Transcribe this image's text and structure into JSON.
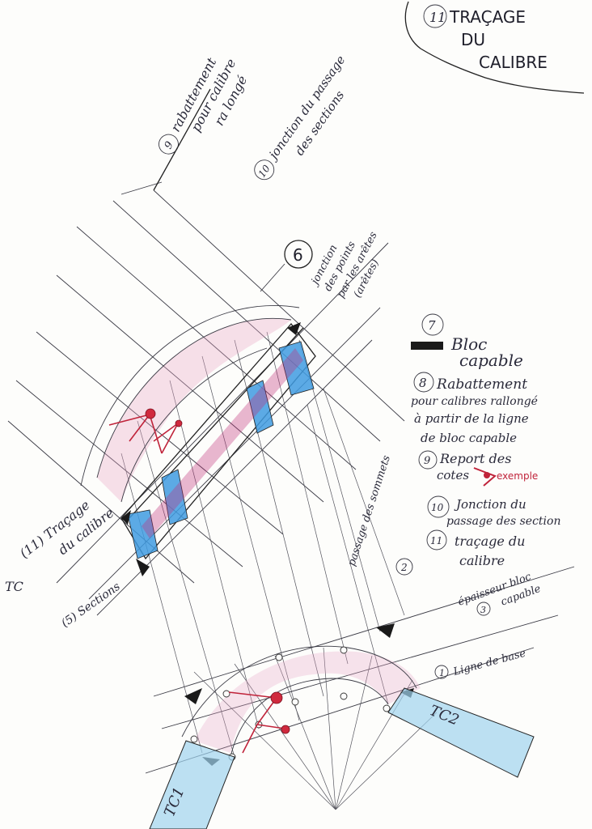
{
  "title": {
    "number": "11",
    "line1": "TRAÇAGE",
    "line2": "DU",
    "line3": "CALIBRE"
  },
  "top_notes": {
    "n9_num": "9",
    "n9_text_a": "rabattement",
    "n9_text_b": "pour calibre",
    "n9_text_c": "ra longé",
    "n10_num": "10",
    "n10_text_a": "jonction du passage",
    "n10_text_b": "des sections"
  },
  "circle6": {
    "num": "6",
    "text_a": "jonction",
    "text_b": "des points",
    "text_c": "par les arêtes",
    "text_d": "(arêtes)"
  },
  "legend": {
    "n7": "7",
    "n7_text_a": "Bloc",
    "n7_text_b": "capable",
    "n8": "8",
    "n8_text_a": "Rabattement",
    "n8_text_b": "pour calibres rallongé",
    "n8_text_c": "à partir de la ligne",
    "n8_text_d": "de bloc capable",
    "n9": "9",
    "n9_text_a": "Report des",
    "n9_text_b": "cotes",
    "n9_example": "exemple",
    "n10": "10",
    "n10_text_a": "Jonction du",
    "n10_text_b": "passage des section",
    "n11": "11",
    "n11_text_a": "traçage du",
    "n11_text_b": "calibre"
  },
  "annotations": {
    "left_a": "(11) Traçage",
    "left_b": "du calibre",
    "left_mark": "TC",
    "sections": "(5) Sections",
    "passage": "passage des sommets",
    "circle2": "2",
    "epaisseur_a": "épaisseur bloc",
    "epaisseur_b": "capable",
    "epaisseur_num": "3",
    "ligne_num": "1",
    "ligne_text": "Ligne de base",
    "tc1": "TC1",
    "tc2": "TC2"
  },
  "colors": {
    "ink": "#2a2a3a",
    "blue": "#3f9be0",
    "light_blue": "#9fd3ee",
    "red": "#c0233a",
    "pink": "#e8a6c6",
    "magenta": "#c0307a",
    "black": "#1a1a1a"
  }
}
